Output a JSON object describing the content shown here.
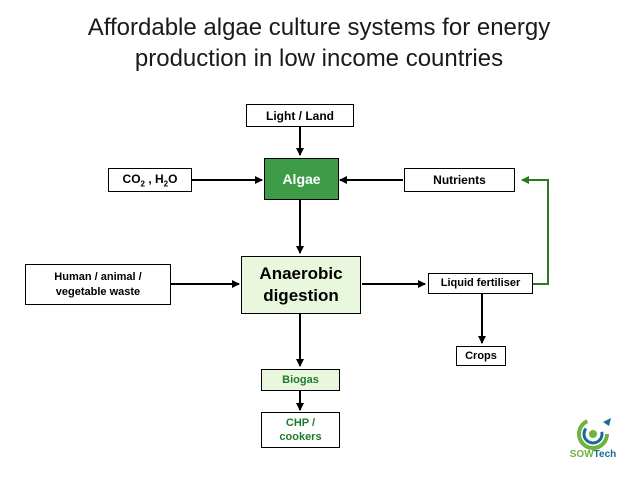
{
  "title": {
    "line1": "Affordable algae culture systems for energy",
    "line2": "production in low income countries"
  },
  "nodes": {
    "light_land": "Light / Land",
    "co2_h2o": {
      "co": "CO",
      "sub1": "2",
      "mid": " , H",
      "sub2": "2",
      "end": "O"
    },
    "algae": "Algae",
    "nutrients": "Nutrients",
    "waste": {
      "line1": "Human / animal /",
      "line2": "vegetable waste"
    },
    "anaerobic": {
      "line1": "Anaerobic",
      "line2": "digestion"
    },
    "liquid_fertiliser": "Liquid fertiliser",
    "crops": "Crops",
    "biogas": "Biogas",
    "chp": {
      "line1": "CHP /",
      "line2": "cookers"
    }
  },
  "logo": {
    "part1": "SOW",
    "part2": "Tech"
  },
  "colors": {
    "algae_fill": "#3e9b48",
    "digestion_fill": "#e9f8dd",
    "green_text": "#1f7a2e",
    "feedback_arrow": "#2a7a1e",
    "logo_green": "#6db33f",
    "logo_blue": "#1a6c93"
  }
}
